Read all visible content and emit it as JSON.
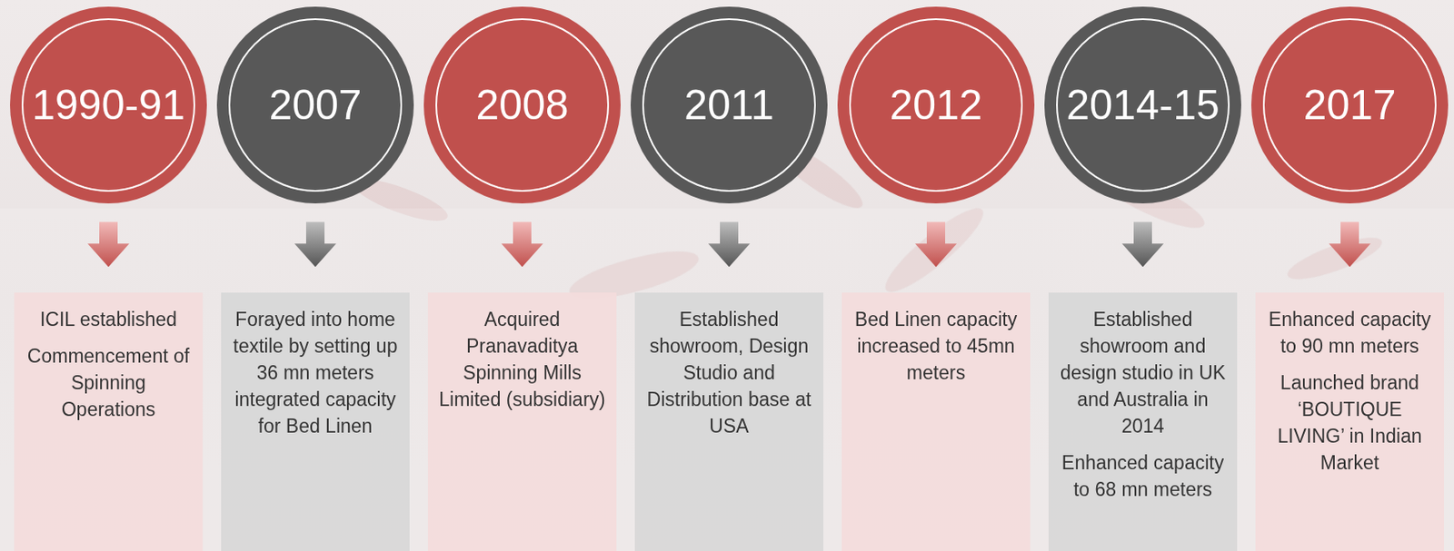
{
  "diagram": {
    "nodes": [
      {
        "text": [
          "1990-91"
        ]
      },
      {
        "text": [
          "2007"
        ]
      },
      {
        "text": [
          "2008"
        ]
      },
      {
        "text": [
          "2011"
        ]
      },
      {
        "text": [
          "2012"
        ]
      },
      {
        "text": [
          "2014-15"
        ]
      },
      {
        "text": [
          "2017"
        ]
      },
      {
        "text": [
          "ICIL established",
          "Commencement of Spinning Operations"
        ]
      },
      {
        "text": [
          "Forayed into home textile by setting up 36 mn meters integrated capacity for Bed Linen"
        ]
      },
      {
        "text": [
          "Acquired Pranavaditya Spinning Mills Limited (subsidiary)"
        ]
      },
      {
        "text": [
          "Established showroom, Design Studio and Distribution base at USA"
        ]
      },
      {
        "text": [
          "Bed Linen capacity increased to 45mn meters"
        ]
      },
      {
        "text": [
          "Established showroom and design studio in UK and Australia in 2014",
          "Enhanced capacity to 68 mn meters"
        ]
      },
      {
        "text": [
          "Enhanced capacity to 90 mn meters",
          "Launched brand ‘BOUTIQUE LIVING’ in Indian Market"
        ]
      }
    ],
    "edges": [
      {
        "from": 0,
        "to": 7,
        "arrow": "to"
      },
      {
        "from": 1,
        "to": 8,
        "arrow": "to"
      },
      {
        "from": 2,
        "to": 9,
        "arrow": "to"
      },
      {
        "from": 3,
        "to": 10,
        "arrow": "to"
      },
      {
        "from": 4,
        "to": 11,
        "arrow": "to"
      },
      {
        "from": 5,
        "to": 12,
        "arrow": "to"
      },
      {
        "from": 6,
        "to": 13,
        "arrow": "to"
      }
    ]
  }
}
